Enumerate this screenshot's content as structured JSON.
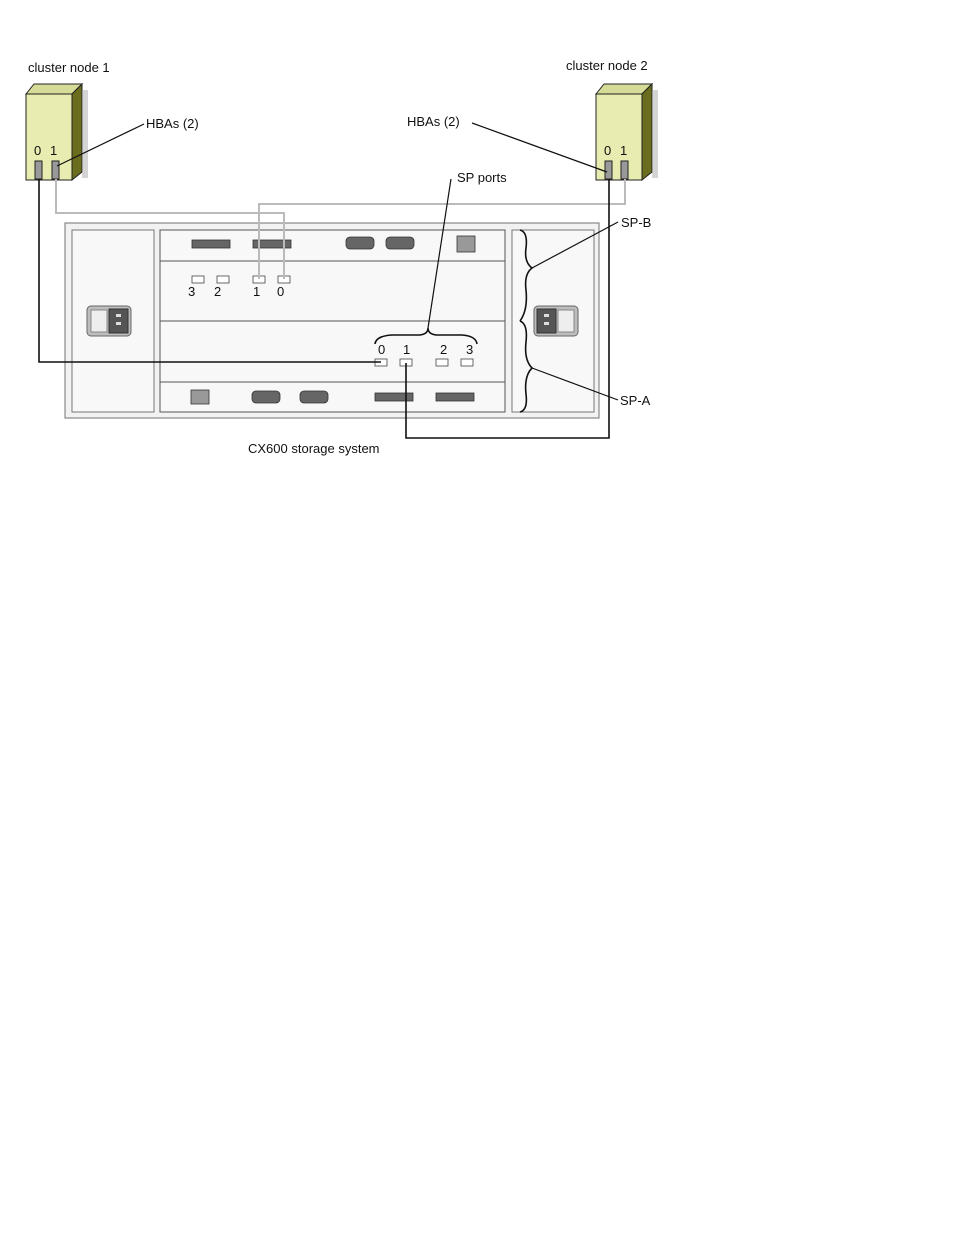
{
  "labels": {
    "node1": "cluster node 1",
    "node2": "cluster node 2",
    "hba_left": "HBAs (2)",
    "hba_right": "HBAs (2)",
    "sp_ports": "SP ports",
    "spb": "SP-B",
    "spa": "SP-A",
    "storage": "CX600 storage system"
  },
  "node1_ports": [
    "0",
    "1"
  ],
  "node2_ports": [
    "0",
    "1"
  ],
  "spb_ports": [
    "3",
    "2",
    "1",
    "0"
  ],
  "spa_ports": [
    "0",
    "1",
    "2",
    "3"
  ],
  "colors": {
    "server_front": "#e8ecb0",
    "server_top": "#d6dc98",
    "server_side": "#6b6d1e",
    "chassis": "#f0f0f0",
    "cable_dark": "#111111",
    "cable_light": "#bbbbbb"
  }
}
